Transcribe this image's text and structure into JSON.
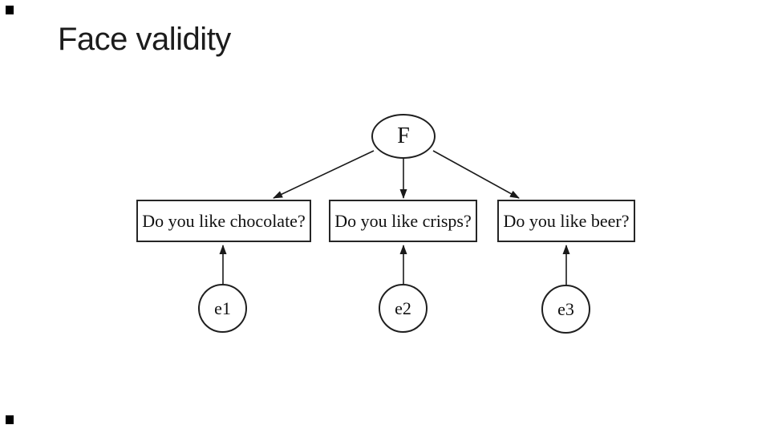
{
  "slide": {
    "title": "Face validity",
    "background_color": "#ffffff",
    "title_color": "#1c1c1c",
    "ink_color": "#1a1a1a"
  },
  "diagram": {
    "type": "factor-path-diagram",
    "factor_label": "F",
    "questions": [
      {
        "text": "Do you like chocolate?",
        "error_label": "e1"
      },
      {
        "text": "Do you like crisps?",
        "error_label": "e2"
      },
      {
        "text": "Do you like beer?",
        "error_label": "e3"
      }
    ]
  }
}
